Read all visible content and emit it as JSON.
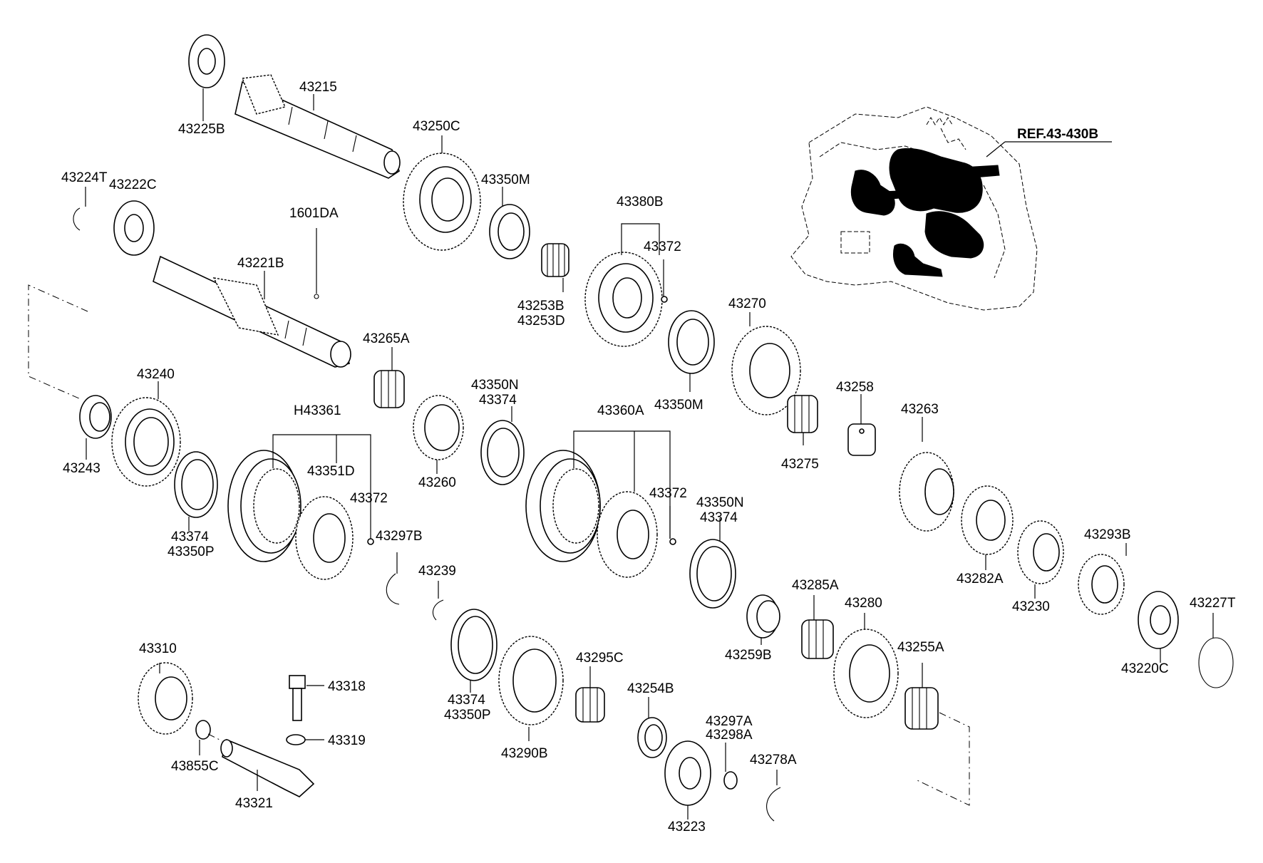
{
  "diagram": {
    "ref": "REF.43-430B",
    "labels": {
      "p43225B": "43225B",
      "p43215": "43215",
      "p43250C": "43250C",
      "p43350M_a": "43350M",
      "p43224T": "43224T",
      "p43222C": "43222C",
      "p43221B": "43221B",
      "p1601DA": "1601DA",
      "p43380B": "43380B",
      "p43372_a": "43372",
      "p43253B": "43253B",
      "p43253D": "43253D",
      "p43270": "43270",
      "p43265A": "43265A",
      "p43350M_b": "43350M",
      "p43240": "43240",
      "p43350N_a": "43350N",
      "p43374_a": "43374",
      "p43258": "43258",
      "pH43361": "H43361",
      "p43360A": "43360A",
      "p43263": "43263",
      "p43243": "43243",
      "p43260": "43260",
      "p43275": "43275",
      "p43351D": "43351D",
      "p43372_b": "43372",
      "p43372_c": "43372",
      "p43350N_b": "43350N",
      "p43374_b": "43374",
      "p43374_c": "43374",
      "p43350P_a": "43350P",
      "p43297B": "43297B",
      "p43293B": "43293B",
      "p43239": "43239",
      "p43282A": "43282A",
      "p43285A": "43285A",
      "p43230": "43230",
      "p43280": "43280",
      "p43227T": "43227T",
      "p43310": "43310",
      "p43255A": "43255A",
      "p43259B": "43259B",
      "p43220C": "43220C",
      "p43295C": "43295C",
      "p43318": "43318",
      "p43374_d": "43374",
      "p43350P_b": "43350P",
      "p43254B": "43254B",
      "p43297A": "43297A",
      "p43298A": "43298A",
      "p43319": "43319",
      "p43290B": "43290B",
      "p43278A": "43278A",
      "p43855C": "43855C",
      "p43321": "43321",
      "p43223": "43223"
    }
  }
}
